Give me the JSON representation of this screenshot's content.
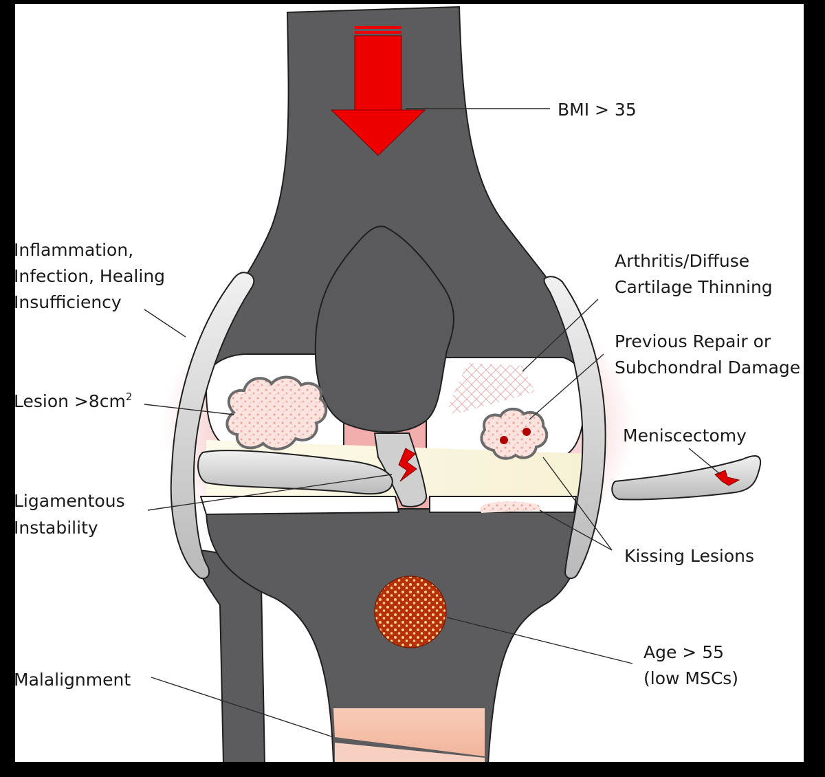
{
  "diagram": {
    "labels": {
      "bmi": "BMI > 35",
      "inflammation": [
        "Inflammation,",
        "Infection, Healing",
        "Insufficiency"
      ],
      "lesion_size": "Lesion >8cm",
      "lesion_size_sup": "2",
      "ligamentous": [
        "Ligamentous",
        "Instability"
      ],
      "malalignment": "Malalignment",
      "arthritis": [
        "Arthritis/Diffuse",
        "Cartilage Thinning"
      ],
      "previous_repair": [
        "Previous Repair or",
        "Subchondral Damage"
      ],
      "meniscectomy": "Meniscectomy",
      "kissing": "Kissing Lesions",
      "age": [
        "Age > 55",
        "(low MSCs)"
      ]
    },
    "colors": {
      "background_panel": "#ffffff",
      "frame": "#000000",
      "bone": "#5c5c5e",
      "bone_outline": "#1f1f1f",
      "arrow": "#ee0000",
      "meniscus": "#d9d9d9",
      "cartilage": "#fbf7e2",
      "inflammation_glow": "#e86a6a",
      "lesion_fill": "#f7d9d3",
      "age_dot": "#b7300c",
      "malalignment_wedge": "#f5c2ad"
    }
  }
}
